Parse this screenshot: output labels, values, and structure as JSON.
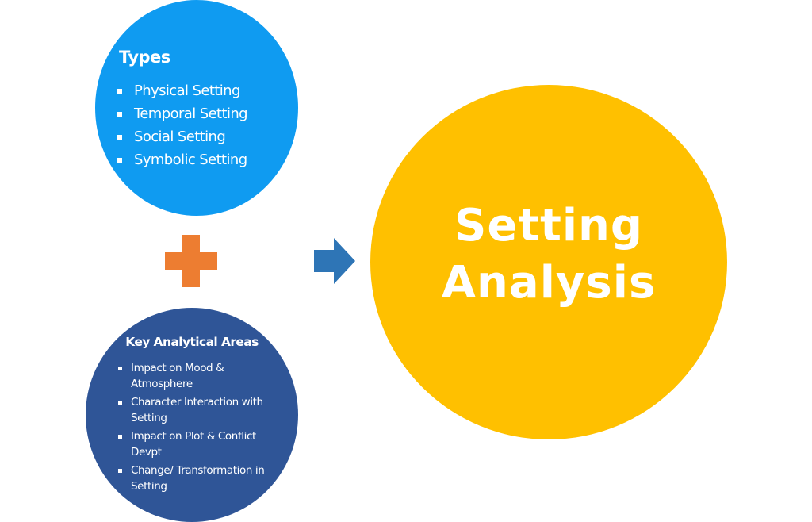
{
  "types": {
    "title": "Types",
    "items": [
      "Physical Setting",
      "Temporal Setting",
      "Social Setting",
      "Symbolic Setting"
    ],
    "color": "#0f9bf1"
  },
  "key_areas": {
    "title": "Key Analytical Areas",
    "items": [
      "Impact on Mood & Atmosphere",
      "Character Interaction with Setting",
      "Impact on Plot & Conflict Devpt",
      "Change/ Transformation in Setting"
    ],
    "color": "#2f5597"
  },
  "result": {
    "line1": "Setting",
    "line2": "Analysis",
    "color": "#ffc000"
  },
  "connectors": {
    "plus_icon": "plus-icon",
    "plus_color": "#ed7d31",
    "arrow_icon": "arrow-right-icon",
    "arrow_color": "#2e75b6"
  }
}
